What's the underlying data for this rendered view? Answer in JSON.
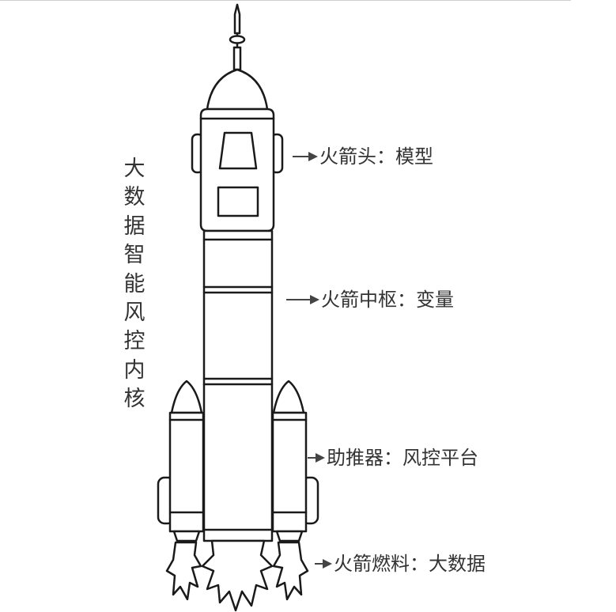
{
  "title_chars": [
    "大",
    "数",
    "据",
    "智",
    "能",
    "风",
    "控",
    "内",
    "核"
  ],
  "callouts": {
    "head": {
      "label": "火箭头：模型"
    },
    "core": {
      "label": "火箭中枢：变量"
    },
    "booster": {
      "label": "助推器：风控平台"
    },
    "fuel": {
      "label": "火箭燃料：大数据"
    }
  },
  "colors": {
    "line": "#1a1a1a",
    "text": "#333333",
    "arrow": "#444444"
  }
}
